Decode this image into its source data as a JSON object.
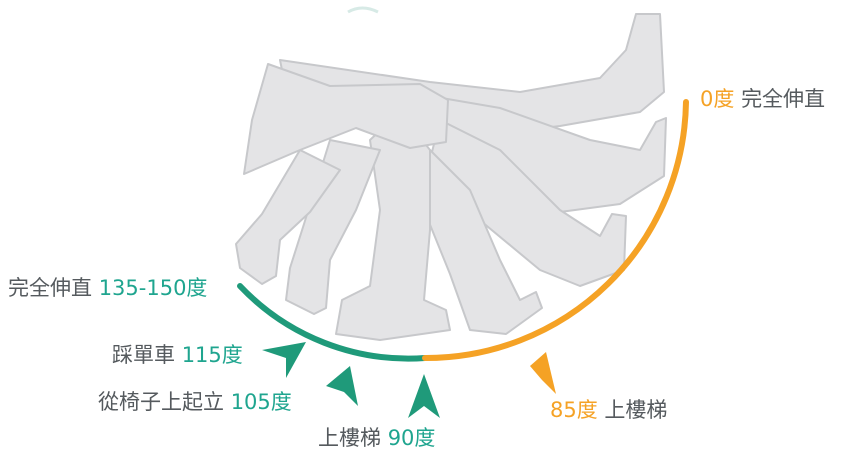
{
  "colors": {
    "teal": "#1f9a7a",
    "teal_text": "#1fa58f",
    "orange": "#f5a225",
    "leg_fill": "#e4e4e6",
    "leg_stroke": "#c7c8cb",
    "text": "#555a5e"
  },
  "labels": {
    "full_flex": {
      "text": "完全伸直",
      "value": "135-150度"
    },
    "cycling": {
      "text": "踩單車",
      "value": "115度"
    },
    "sit_to_stand": {
      "text": "從椅子上起立",
      "value": "105度"
    },
    "stairs_90": {
      "text": "上樓梯",
      "value": "90度"
    },
    "stairs_85": {
      "value": "85度",
      "text": "上樓梯"
    },
    "full_ext": {
      "value": "0度",
      "text": "完全伸直"
    }
  },
  "icons": {
    "legs": "knee-bend-silhouette-icon",
    "arrow": "arrowhead-icon"
  }
}
